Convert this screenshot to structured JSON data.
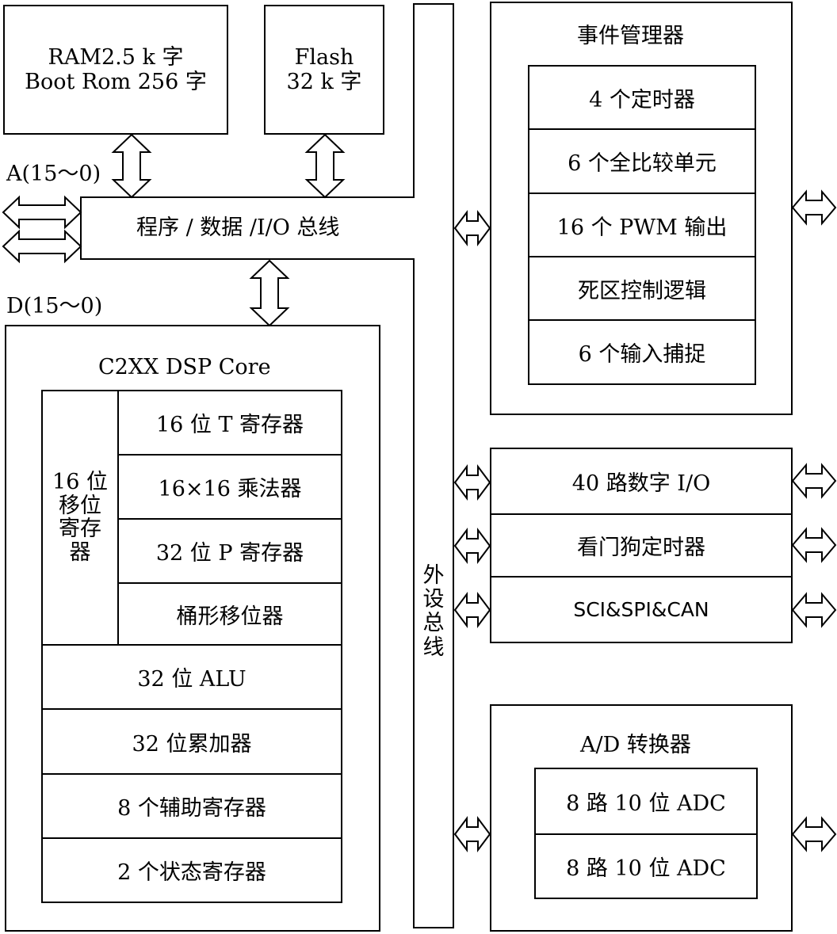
{
  "memory": {
    "ram_line1": "RAM2.5 k 字",
    "ram_line2": "Boot Rom 256 字",
    "flash_line1": "Flash",
    "flash_line2": "32 k 字"
  },
  "bus": {
    "address_label": "A(15～0)",
    "data_label": "D(15～0)",
    "program_bus": "程序 / 数据 /I/O 总线",
    "peripheral_bus": [
      "外",
      "设",
      "总",
      "线"
    ]
  },
  "core": {
    "title": "C2XX DSP Core",
    "shift_register": [
      "16 位",
      "移位",
      "寄存",
      "器"
    ],
    "rows": [
      "16 位 T 寄存器",
      "16×16 乘法器",
      "32 位 P 寄存器",
      "桶形移位器"
    ],
    "wide_rows": [
      "32 位 ALU",
      "32 位累加器",
      "8 个辅助寄存器",
      "2 个状态寄存器"
    ]
  },
  "event_manager": {
    "title": "事件管理器",
    "items": [
      "4 个定时器",
      "6 个全比较单元",
      "16 个 PWM 输出",
      "死区控制逻辑",
      "6 个输入捕捉"
    ]
  },
  "peripherals": {
    "items": [
      "40 路数字 I/O",
      "看门狗定时器",
      "SCI&SPI&CAN"
    ]
  },
  "adc": {
    "title": "A/D 转换器",
    "items": [
      "8 路 10 位 ADC",
      "8 路 10 位 ADC"
    ]
  }
}
